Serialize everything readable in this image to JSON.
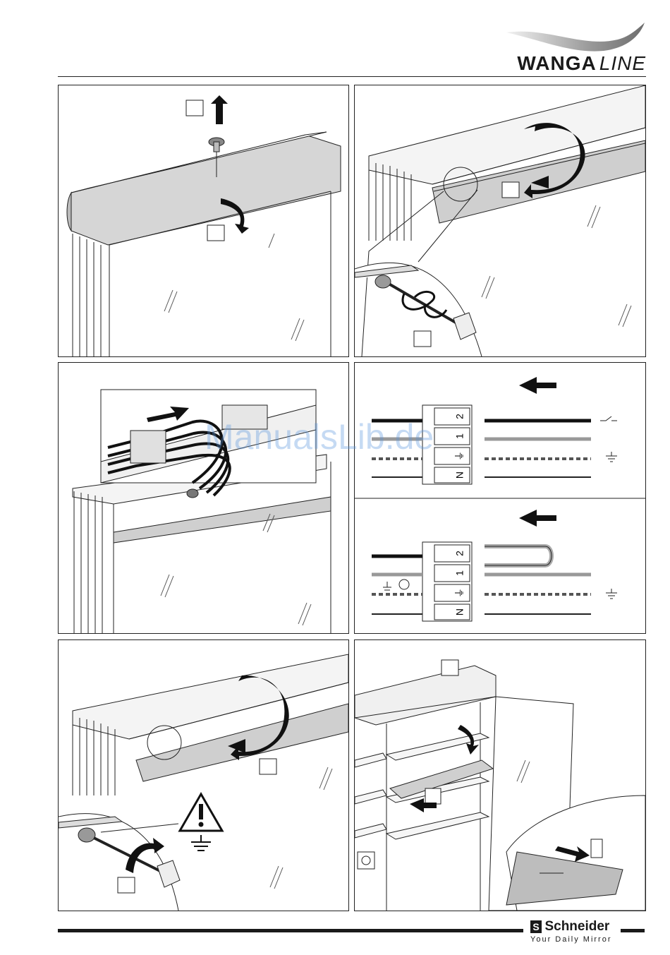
{
  "header": {
    "brand_bold": "WANGA",
    "brand_italic": "LINE"
  },
  "watermark": "ManualsLib.de",
  "diagram": {
    "terminals_top": [
      "2",
      "1",
      "⏚",
      "N"
    ],
    "terminals_bottom": [
      "2",
      "1",
      "⏚",
      "N"
    ]
  },
  "footer": {
    "logo_mark": "S",
    "company": "Schneider",
    "tagline": "Your Daily Mirror"
  }
}
